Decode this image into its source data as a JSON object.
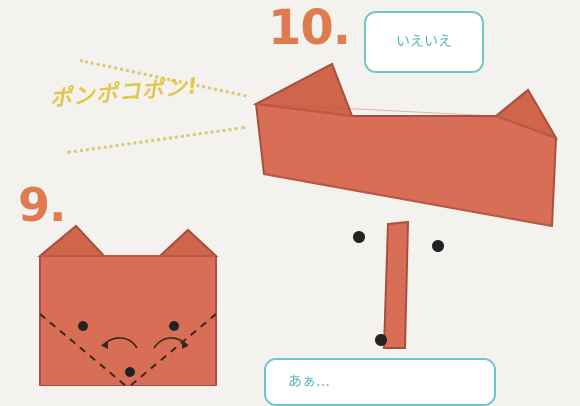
{
  "steps": {
    "step9": {
      "number": "9."
    },
    "step10": {
      "number": "10."
    }
  },
  "bubbles": {
    "top": "いえいえ",
    "bottom": "あぁ…"
  },
  "sound_text": "ポンポコポン!",
  "colors": {
    "background": "#f4f2ef",
    "step_number": "#e07a4f",
    "origami": "#d86e55",
    "origami_dark": "#a94f3e",
    "bubble_border": "#6cc6c9",
    "bubble_text": "#54b7bd",
    "sound_text": "#e1c84c"
  }
}
